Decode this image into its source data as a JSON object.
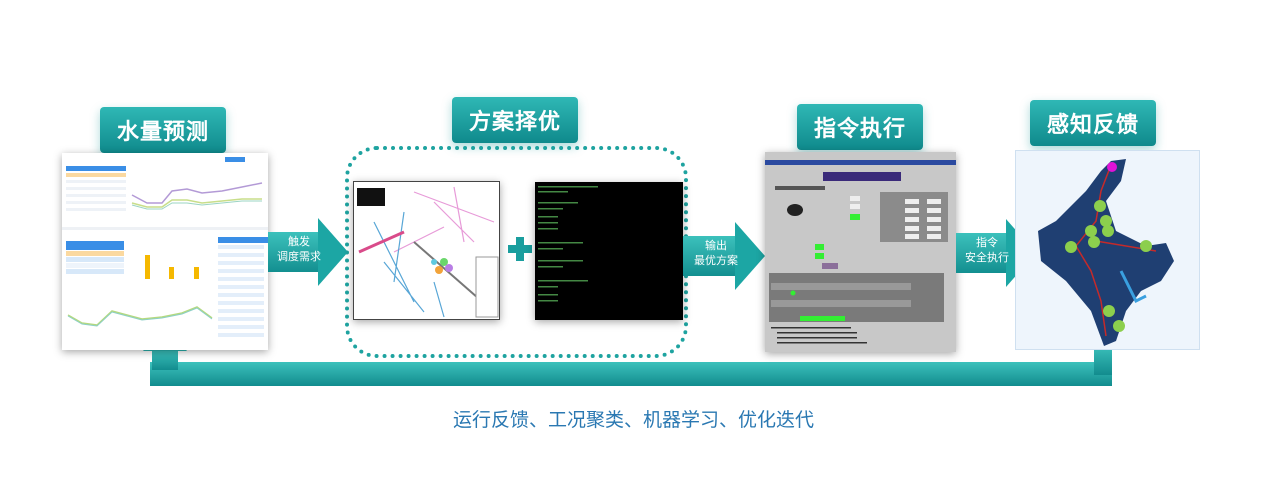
{
  "stages": [
    {
      "label": "水量预测"
    },
    {
      "label": "方案择优"
    },
    {
      "label": "指令执行"
    },
    {
      "label": "感知反馈"
    }
  ],
  "arrows": [
    {
      "line1": "触发",
      "line2": "调度需求"
    },
    {
      "line1": "输出",
      "line2": "最优方案"
    },
    {
      "line1": "指令",
      "line2": "安全执行"
    }
  ],
  "feedback_caption": "运行反馈、工况聚类、机器学习、优化迭代",
  "colors": {
    "teal": "#1a9e9e",
    "caption": "#2a78b2"
  }
}
